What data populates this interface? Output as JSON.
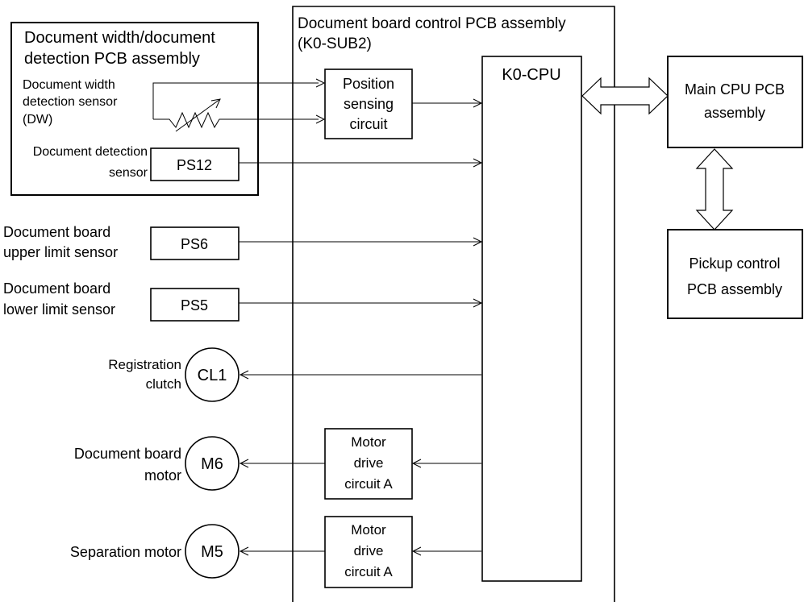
{
  "detection_pcb": {
    "title_line1": "Document width/document",
    "title_line2": "detection PCB assembly",
    "width_sensor_line1": "Document width",
    "width_sensor_line2": "detection sensor",
    "width_sensor_line3": "(DW)",
    "doc_sensor_line1": "Document detection",
    "doc_sensor_line2": "sensor",
    "ps12": "PS12"
  },
  "control_pcb": {
    "title_line1": "Document board control PCB assembly",
    "title_line2": "(K0-SUB2)",
    "cpu": "K0-CPU",
    "position_line1": "Position",
    "position_line2": "sensing",
    "position_line3": "circuit",
    "motor_drive_1": [
      "Motor",
      "drive",
      "circuit A"
    ],
    "motor_drive_2": [
      "Motor",
      "drive",
      "circuit A"
    ]
  },
  "main_cpu": {
    "line1": "Main CPU PCB",
    "line2": "assembly"
  },
  "pickup": {
    "line1": "Pickup control",
    "line2": "PCB assembly"
  },
  "sensors": {
    "upper_line1": "Document board",
    "upper_line2": "upper limit sensor",
    "ps6": "PS6",
    "lower_line1": "Document board",
    "lower_line2": "lower limit sensor",
    "ps5": "PS5"
  },
  "actuators": {
    "clutch_line1": "Registration",
    "clutch_line2": "clutch",
    "cl1": "CL1",
    "board_motor_line1": "Document board",
    "board_motor_line2": "motor",
    "m6": "M6",
    "sep_motor": "Separation motor",
    "m5": "M5"
  }
}
